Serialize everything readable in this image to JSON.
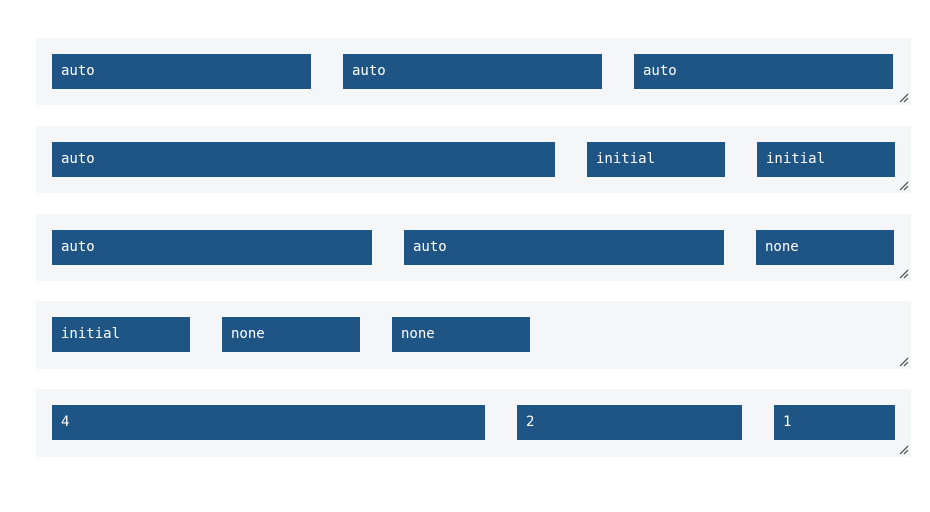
{
  "rows": [
    {
      "items": [
        {
          "label": "auto"
        },
        {
          "label": "auto"
        },
        {
          "label": "auto"
        }
      ]
    },
    {
      "items": [
        {
          "label": "auto"
        },
        {
          "label": "initial"
        },
        {
          "label": "initial"
        }
      ]
    },
    {
      "items": [
        {
          "label": "auto"
        },
        {
          "label": "auto"
        },
        {
          "label": "none"
        }
      ]
    },
    {
      "items": [
        {
          "label": "initial"
        },
        {
          "label": "none"
        },
        {
          "label": "none"
        }
      ]
    },
    {
      "items": [
        {
          "label": "4"
        },
        {
          "label": "2"
        },
        {
          "label": "1"
        }
      ]
    }
  ],
  "colors": {
    "item_background": "#1f5585",
    "row_background": "#f4f6f8",
    "item_text": "#ffffff"
  },
  "icons": {
    "resize_handle": "resize-handle-icon"
  }
}
